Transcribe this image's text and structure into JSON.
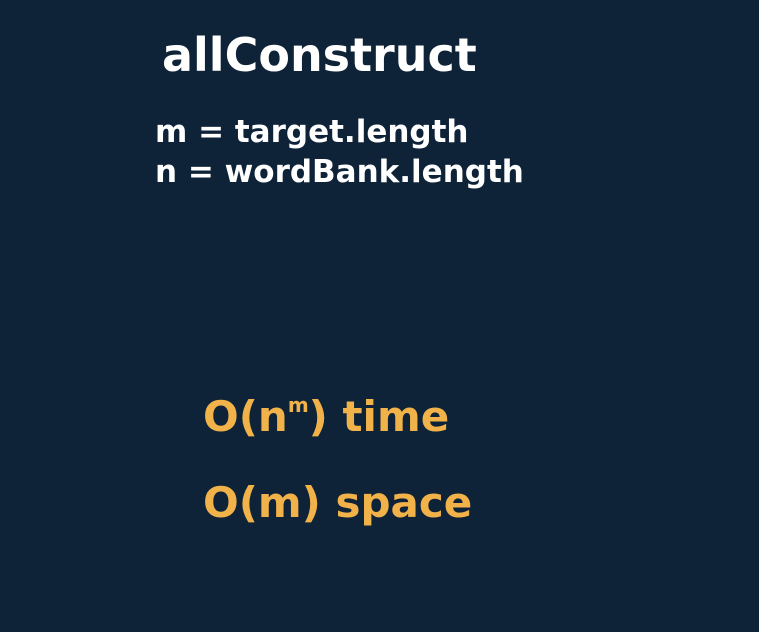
{
  "slide": {
    "title": "allConstruct",
    "definitions": [
      "m = target.length",
      "n = wordBank.length"
    ],
    "time_complexity": {
      "prefix": "O(n",
      "exponent": "m",
      "suffix": ") time"
    },
    "space_complexity": "O(m) space"
  },
  "colors": {
    "background": "#0f2338",
    "title_text": "#ffffff",
    "complexity_text": "#f1b24a"
  }
}
